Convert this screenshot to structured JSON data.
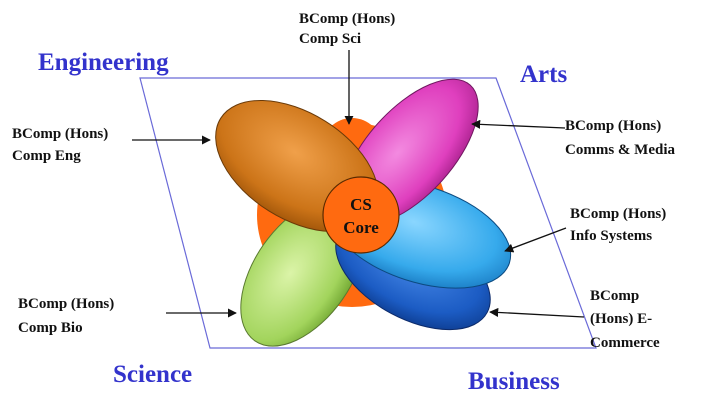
{
  "quadrants": {
    "engineering": "Engineering",
    "arts": "Arts",
    "science": "Science",
    "business": "Business"
  },
  "core": {
    "line1": "CS",
    "line2": "Core"
  },
  "degrees": {
    "comp_sci": [
      "BComp (Hons)",
      "Comp Sci"
    ],
    "comp_eng": [
      "BComp (Hons)",
      "Comp Eng"
    ],
    "comms_media": [
      "BComp (Hons)",
      "Comms & Media"
    ],
    "info_systems": [
      "BComp (Hons)",
      "Info Systems"
    ],
    "comp_bio": [
      "BComp (Hons)",
      "Comp Bio"
    ],
    "ecommerce": [
      "BComp",
      "(Hons) E-",
      "Commerce"
    ]
  },
  "colors": {
    "quadrant_text": "#3333cc",
    "frame": "#6a6ad8",
    "core_orange": "#ff6a10",
    "comp_eng_petal": "#d07820",
    "comms_media_petal": "#e040c0",
    "info_systems_petal": "#3ab0ee",
    "ecommerce_petal": "#1e60c8",
    "comp_bio_petal": "#a6d860"
  }
}
